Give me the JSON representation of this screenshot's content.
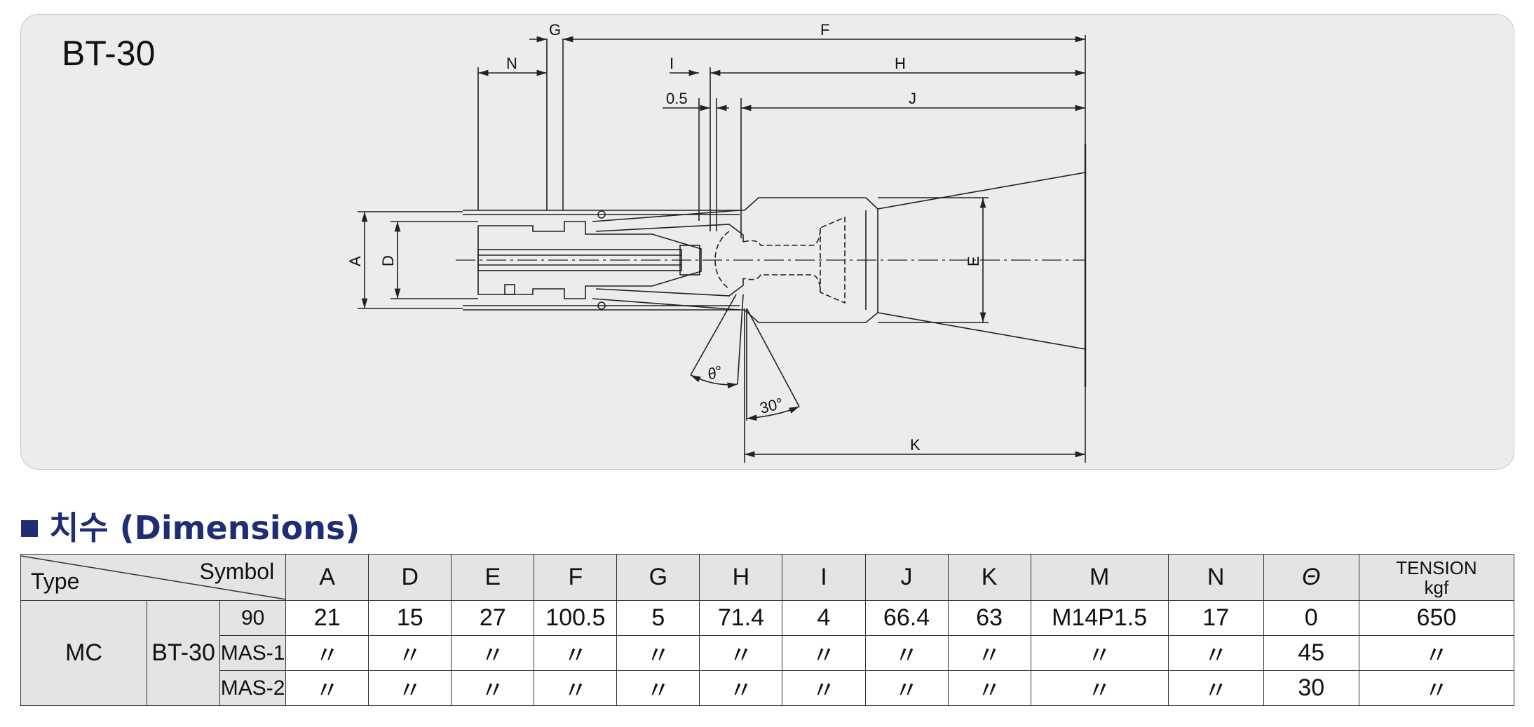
{
  "drawing": {
    "model": "BT-30",
    "dimension_letters": {
      "A": "A",
      "D": "D",
      "E": "E",
      "F": "F",
      "G": "G",
      "H": "H",
      "I": "I",
      "J": "J",
      "K": "K",
      "N": "N",
      "half_mm": "0.5",
      "theta": "θ°",
      "angle30": "30°"
    }
  },
  "heading": {
    "text": "치수 (Dimensions)"
  },
  "table": {
    "corner_type": "Type",
    "corner_symbol": "Symbol",
    "columns": [
      "A",
      "D",
      "E",
      "F",
      "G",
      "H",
      "I",
      "J",
      "K",
      "M",
      "N",
      "Θ"
    ],
    "tension_line1": "TENSION",
    "tension_line2": "kgf",
    "type_group": "MC",
    "subtype": "BT-30",
    "rows": [
      {
        "label": "90",
        "values": [
          "21",
          "15",
          "27",
          "100.5",
          "5",
          "71.4",
          "4",
          "66.4",
          "63",
          "M14P1.5",
          "17",
          "0",
          "650"
        ]
      },
      {
        "label": "MAS-1",
        "values": [
          "〃",
          "〃",
          "〃",
          "〃",
          "〃",
          "〃",
          "〃",
          "〃",
          "〃",
          "〃",
          "〃",
          "45",
          "〃"
        ]
      },
      {
        "label": "MAS-2",
        "values": [
          "〃",
          "〃",
          "〃",
          "〃",
          "〃",
          "〃",
          "〃",
          "〃",
          "〃",
          "〃",
          "〃",
          "30",
          "〃"
        ]
      }
    ]
  }
}
